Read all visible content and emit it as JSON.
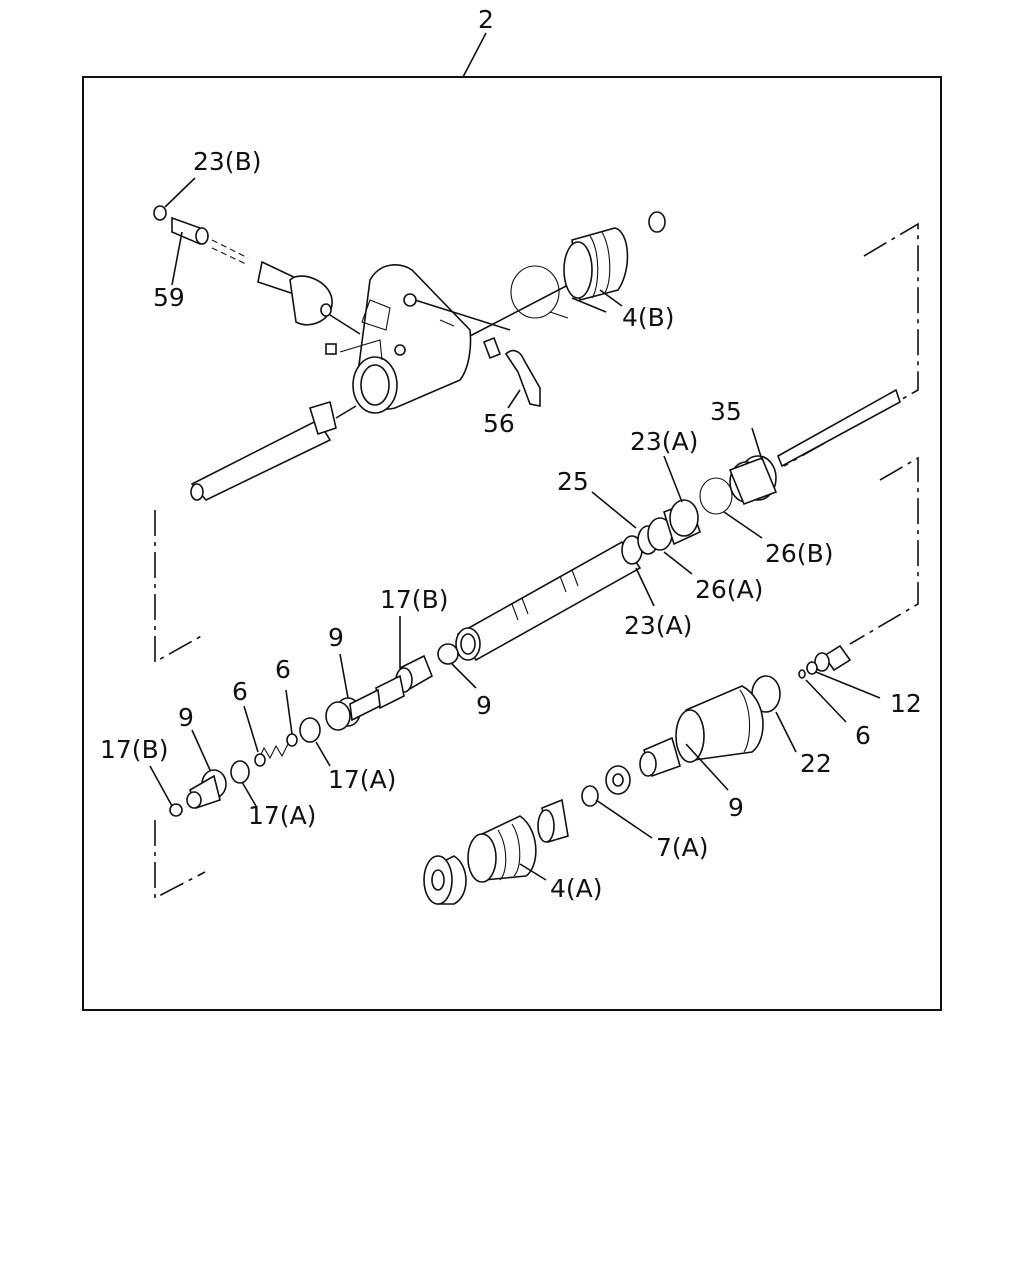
{
  "labels": {
    "assembly": "2",
    "l_23b": "23(B)",
    "l_59": "59",
    "l_4b": "4(B)",
    "l_56": "56",
    "l_35": "35",
    "l_23a_top": "23(A)",
    "l_25": "25",
    "l_26b": "26(B)",
    "l_26a": "26(A)",
    "l_23a_bot": "23(A)",
    "l_17b_mid": "17(B)",
    "l_9_a": "9",
    "l_9_b": "9",
    "l_6_a": "6",
    "l_6_b": "6",
    "l_9_c": "9",
    "l_17b_left": "17(B)",
    "l_17a_a": "17(A)",
    "l_17a_b": "17(A)",
    "l_12": "12",
    "l_6_c": "6",
    "l_22": "22",
    "l_9_d": "9",
    "l_7a": "7(A)",
    "l_4a": "4(A)"
  },
  "icons": [
    "rack-and-pinion-exploded-view"
  ]
}
